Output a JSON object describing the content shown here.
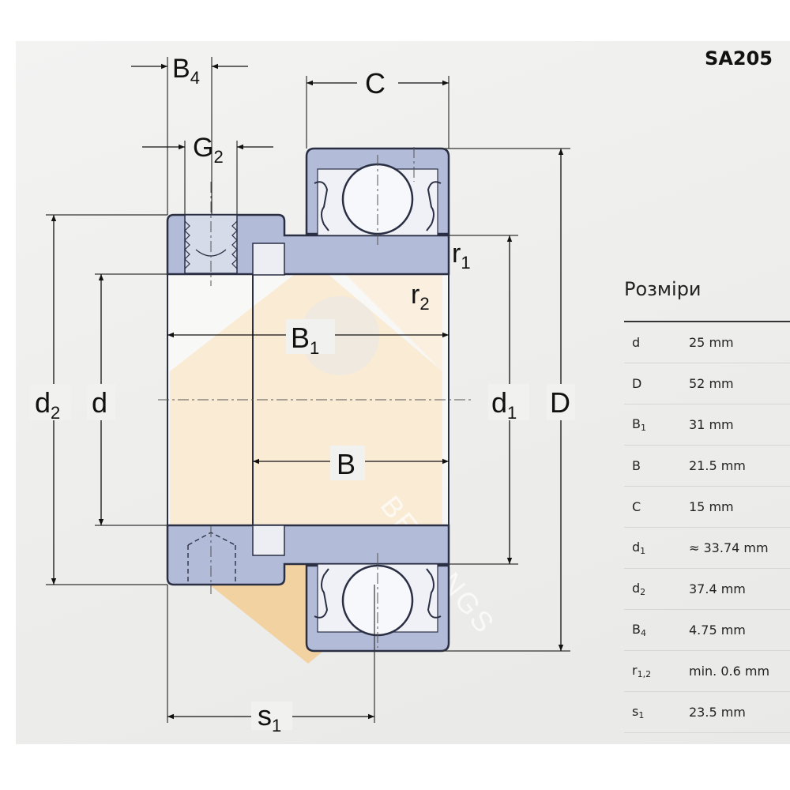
{
  "title": "SA205",
  "diagram": {
    "labels": {
      "B4": "B",
      "B4_sub": "4",
      "G2": "G",
      "G2_sub": "2",
      "C": "C",
      "r1": "r",
      "r1_sub": "1",
      "r2": "r",
      "r2_sub": "2",
      "B1": "B",
      "B1_sub": "1",
      "B": "B",
      "d2": "d",
      "d2_sub": "2",
      "d": "d",
      "d1": "d",
      "d1_sub": "1",
      "D": "D",
      "s1": "s",
      "s1_sub": "1"
    },
    "watermark": "BEARINGS"
  },
  "dimensions": {
    "heading": "Розміри",
    "rows": [
      {
        "sym": "d",
        "sub": "",
        "value": "25 mm"
      },
      {
        "sym": "D",
        "sub": "",
        "value": "52 mm"
      },
      {
        "sym": "B",
        "sub": "1",
        "value": "31 mm"
      },
      {
        "sym": "B",
        "sub": "",
        "value": "21.5 mm"
      },
      {
        "sym": "C",
        "sub": "",
        "value": "15 mm"
      },
      {
        "sym": "d",
        "sub": "1",
        "value": "≈ 33.74 mm"
      },
      {
        "sym": "d",
        "sub": "2",
        "value": "37.4 mm"
      },
      {
        "sym": "B",
        "sub": "4",
        "value": "4.75 mm"
      },
      {
        "sym": "r",
        "sub": "1,2",
        "value": "min. 0.6 mm"
      },
      {
        "sym": "s",
        "sub": "1",
        "value": "23.5 mm"
      }
    ]
  },
  "colors": {
    "part_fill": "#b2bcd8",
    "part_stroke": "#2b2f44",
    "watermark_orange": "#f6c98a"
  }
}
